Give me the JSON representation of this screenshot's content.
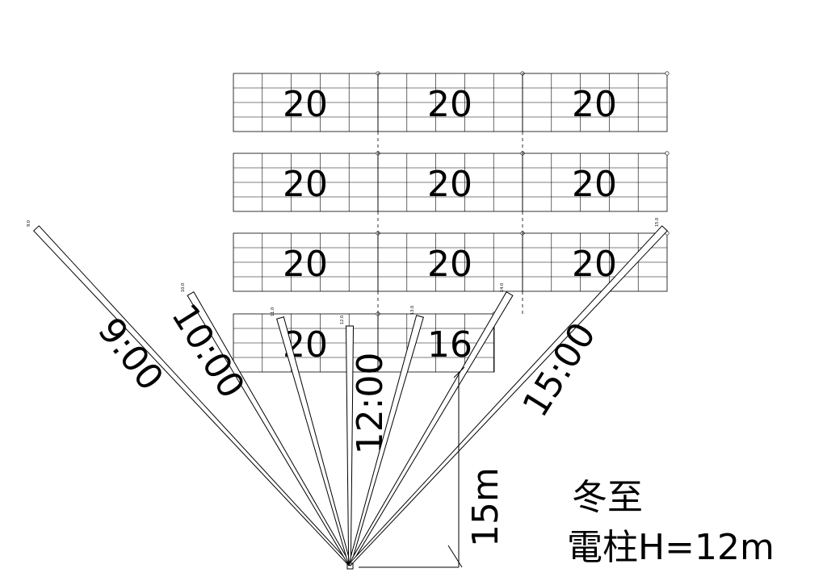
{
  "panel_rows": [
    {
      "labels": [
        "20",
        "20",
        "20"
      ]
    },
    {
      "labels": [
        "20",
        "20",
        "20"
      ]
    },
    {
      "labels": [
        "20",
        "20",
        "20"
      ]
    },
    {
      "labels": [
        "20",
        "16"
      ]
    }
  ],
  "shadows": [
    {
      "time": "9:00",
      "tip_label": "9.0"
    },
    {
      "time": "10:00",
      "tip_label": "10.0"
    },
    {
      "time": "",
      "tip_label": "11.0"
    },
    {
      "time": "12:00",
      "tip_label": "12.0"
    },
    {
      "time": "",
      "tip_label": "13.0"
    },
    {
      "time": "",
      "tip_label": "14.0"
    },
    {
      "time": "15:00",
      "tip_label": "15.0"
    }
  ],
  "dimension_label": "15m",
  "caption": {
    "season": "冬至",
    "pole": "電柱H=12m"
  }
}
